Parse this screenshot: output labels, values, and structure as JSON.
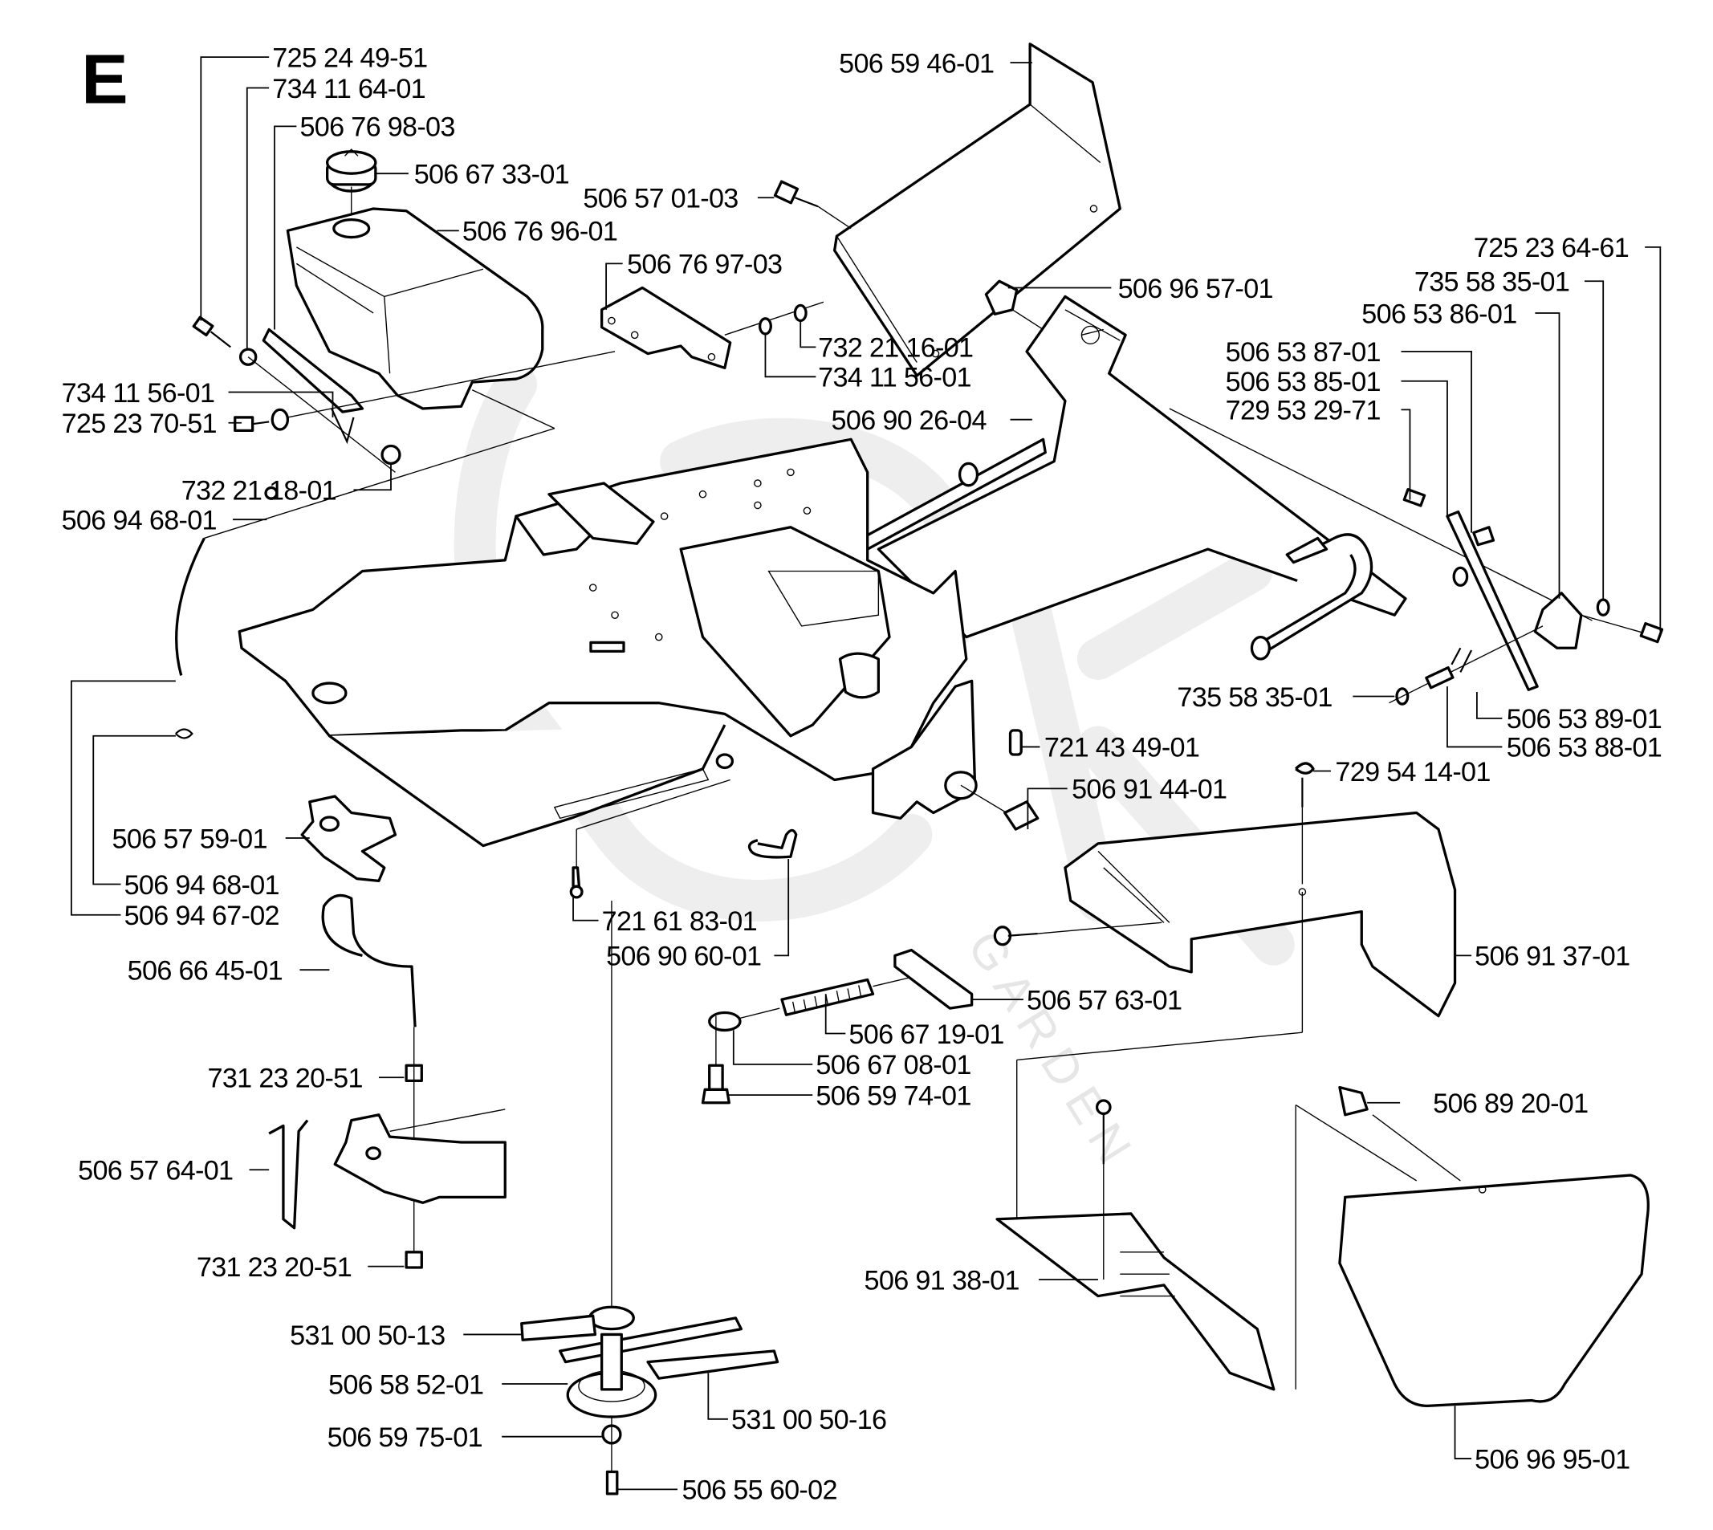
{
  "diagram": {
    "section_letter": "E",
    "watermark": "GARDEN",
    "parts": [
      {
        "id": "p01",
        "number": "725 24 49-51"
      },
      {
        "id": "p02",
        "number": "734 11 64-01"
      },
      {
        "id": "p03",
        "number": "506 76 98-03"
      },
      {
        "id": "p04",
        "number": "506 67 33-01"
      },
      {
        "id": "p05",
        "number": "506 76 96-01"
      },
      {
        "id": "p06",
        "number": "506 59 46-01"
      },
      {
        "id": "p07",
        "number": "506 57 01-03"
      },
      {
        "id": "p08",
        "number": "506 76 97-03"
      },
      {
        "id": "p09",
        "number": "732 21 16-01"
      },
      {
        "id": "p10",
        "number": "734 11 56-01"
      },
      {
        "id": "p11",
        "number": "506 96 57-01"
      },
      {
        "id": "p12",
        "number": "506 90 26-04"
      },
      {
        "id": "p13",
        "number": "725 23 64-61"
      },
      {
        "id": "p14",
        "number": "735 58 35-01"
      },
      {
        "id": "p15",
        "number": "506 53 86-01"
      },
      {
        "id": "p16",
        "number": "506 53 87-01"
      },
      {
        "id": "p17",
        "number": "506 53 85-01"
      },
      {
        "id": "p18",
        "number": "729 53 29-71"
      },
      {
        "id": "p19",
        "number": "734 11 56-01"
      },
      {
        "id": "p20",
        "number": "725 23 70-51"
      },
      {
        "id": "p21",
        "number": "732 21 18-01"
      },
      {
        "id": "p22",
        "number": "506 94 68-01"
      },
      {
        "id": "p23",
        "number": "735 58 35-01"
      },
      {
        "id": "p24",
        "number": "506 53 89-01"
      },
      {
        "id": "p25",
        "number": "506 53 88-01"
      },
      {
        "id": "p26",
        "number": "721 43 49-01"
      },
      {
        "id": "p27",
        "number": "729 54 14-01"
      },
      {
        "id": "p28",
        "number": "506 91 44-01"
      },
      {
        "id": "p29",
        "number": "506 57 59-01"
      },
      {
        "id": "p30",
        "number": "506 94 68-01"
      },
      {
        "id": "p31",
        "number": "506 94 67-02"
      },
      {
        "id": "p32",
        "number": "721 61 83-01"
      },
      {
        "id": "p33",
        "number": "506 90 60-01"
      },
      {
        "id": "p34",
        "number": "506 91 37-01"
      },
      {
        "id": "p35",
        "number": "506 66 45-01"
      },
      {
        "id": "p36",
        "number": "506 57 63-01"
      },
      {
        "id": "p37",
        "number": "506 67 19-01"
      },
      {
        "id": "p38",
        "number": "506 67 08-01"
      },
      {
        "id": "p39",
        "number": "506 59 74-01"
      },
      {
        "id": "p40",
        "number": "731 23 20-51"
      },
      {
        "id": "p41",
        "number": "506 89 20-01"
      },
      {
        "id": "p42",
        "number": "506 57 64-01"
      },
      {
        "id": "p43",
        "number": "731 23 20-51"
      },
      {
        "id": "p44",
        "number": "506 91 38-01"
      },
      {
        "id": "p45",
        "number": "531 00 50-13"
      },
      {
        "id": "p46",
        "number": "506 58 52-01"
      },
      {
        "id": "p47",
        "number": "531 00 50-16"
      },
      {
        "id": "p48",
        "number": "506 59 75-01"
      },
      {
        "id": "p49",
        "number": "506 55 60-02"
      },
      {
        "id": "p50",
        "number": "506 96 95-01"
      }
    ]
  }
}
